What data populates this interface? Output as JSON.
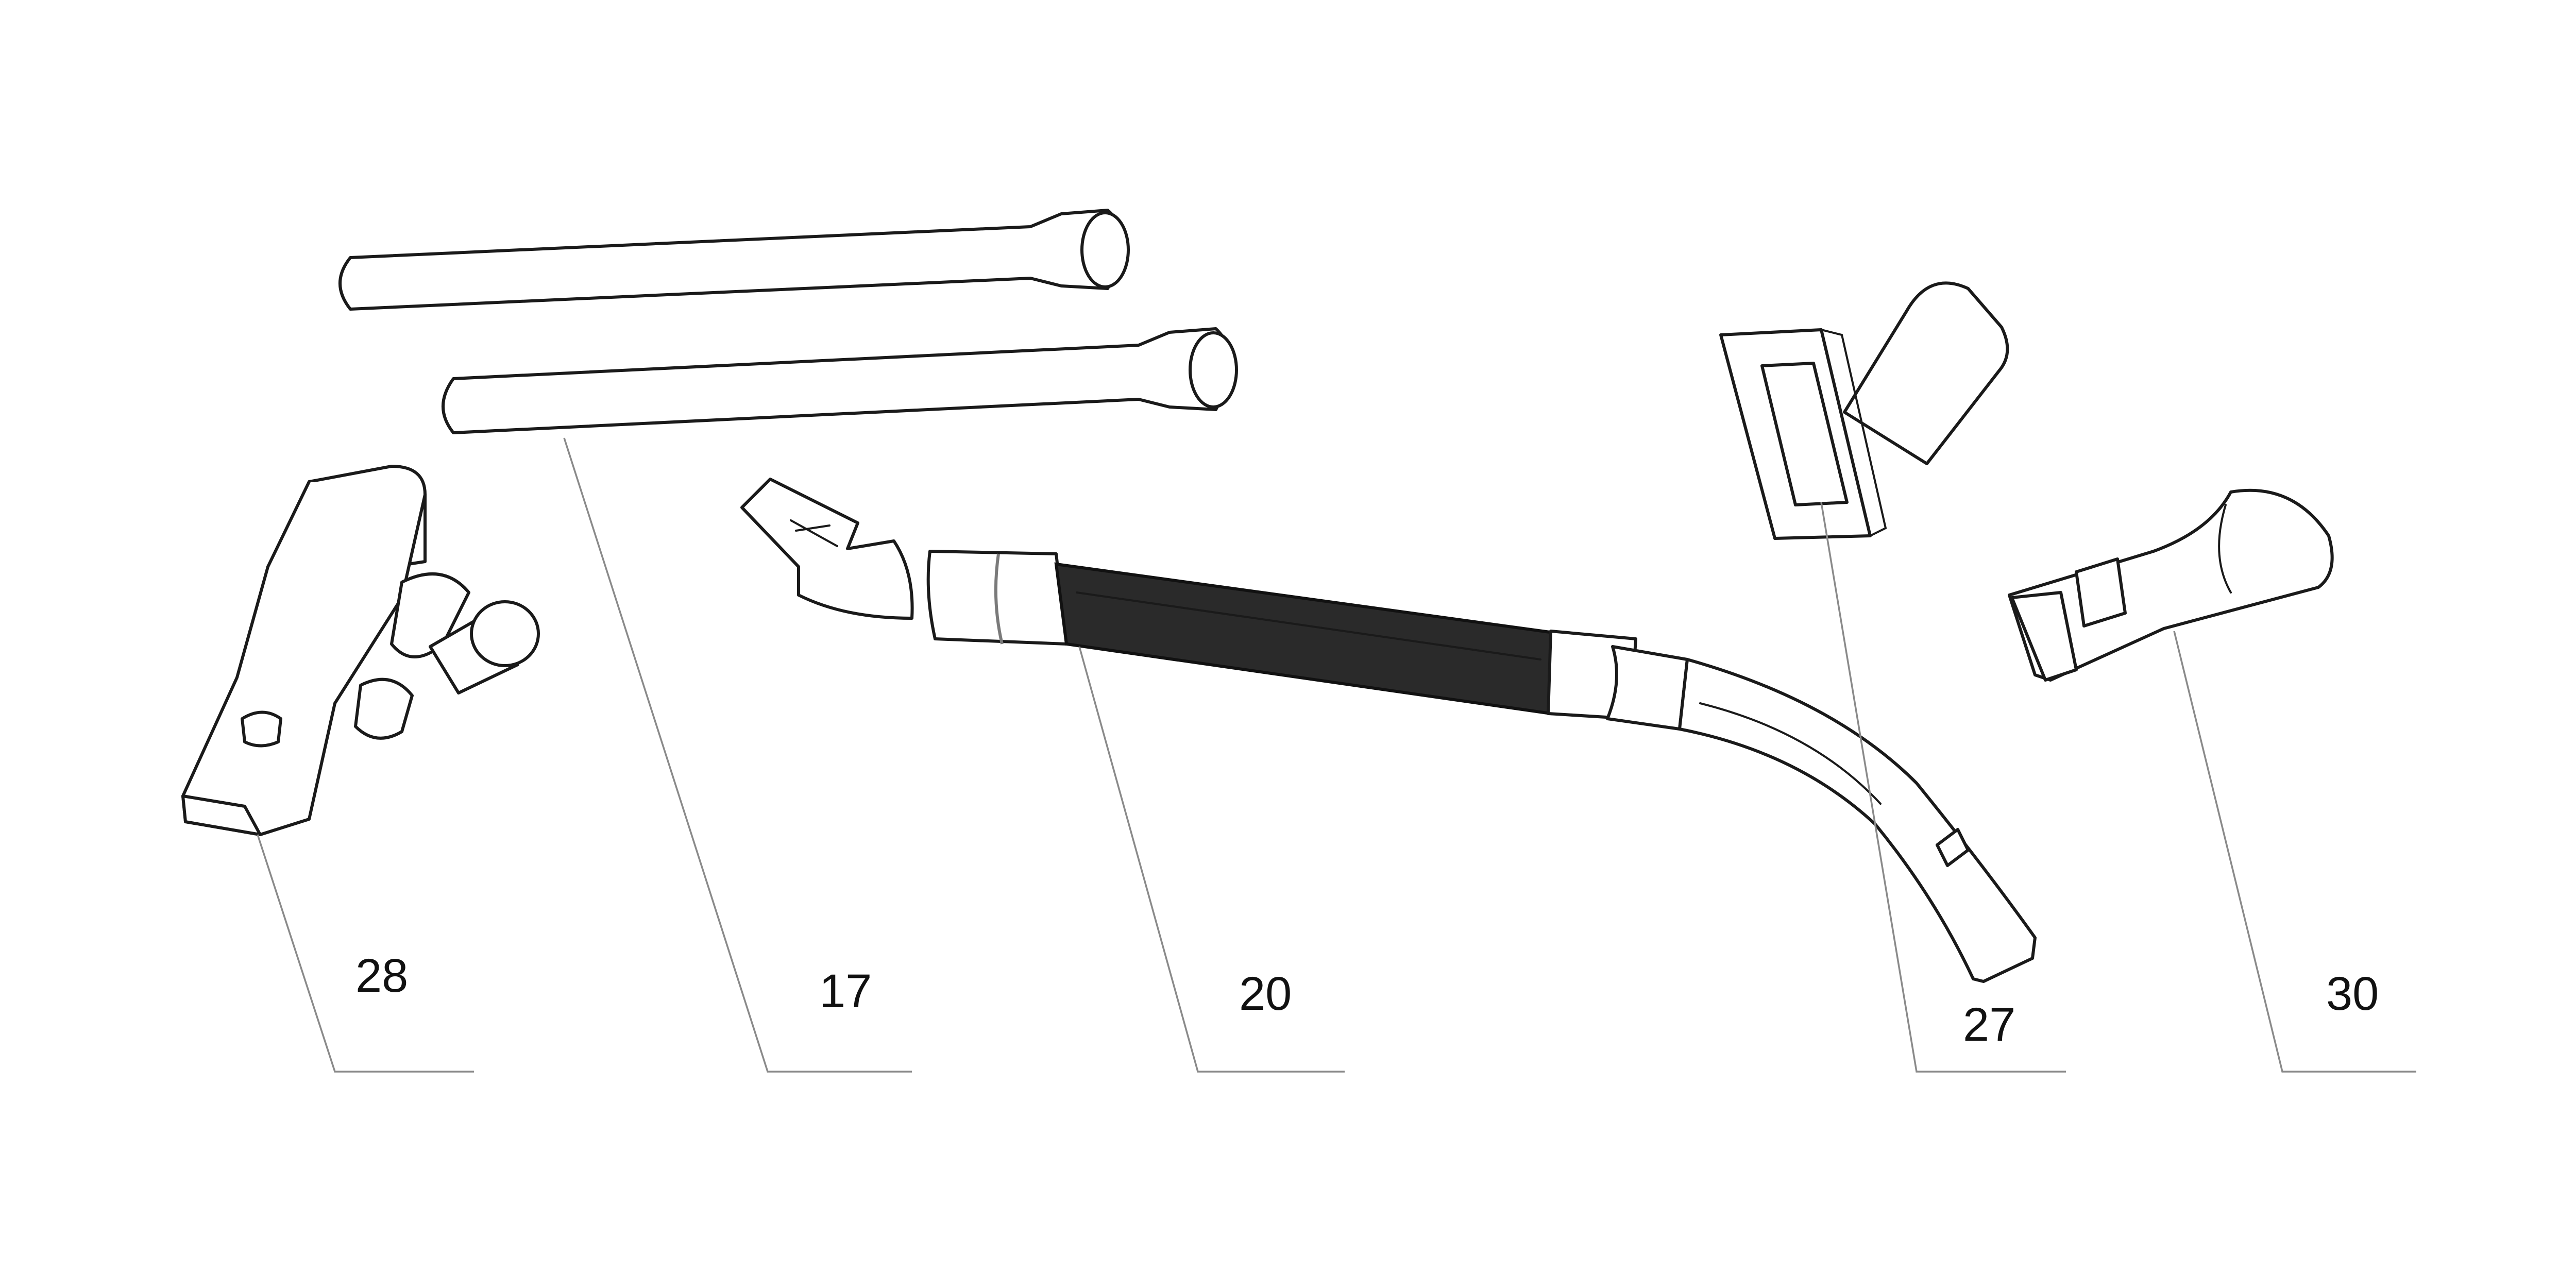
{
  "parts": [
    {
      "id": "wand-tubes",
      "label": "17"
    },
    {
      "id": "floor-nozzle",
      "label": "28"
    },
    {
      "id": "suction-hose",
      "label": "20"
    },
    {
      "id": "upholstery-nozzle",
      "label": "27"
    },
    {
      "id": "crevice-nozzle",
      "label": "30"
    }
  ],
  "colors": {
    "line": "#1a1a1a",
    "leader": "#8a8a8a",
    "hose": "#2a2a2a",
    "background": "#ffffff"
  }
}
